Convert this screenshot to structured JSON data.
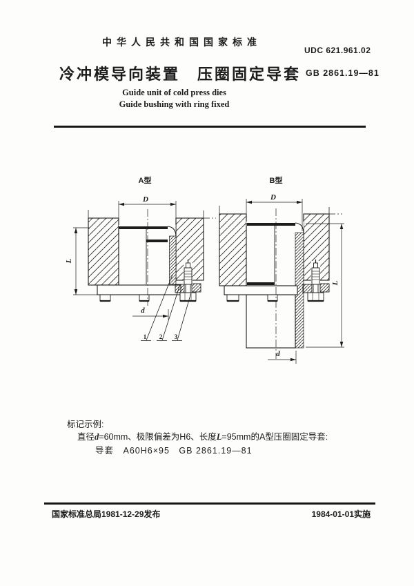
{
  "header": {
    "national_standard": "中华人民共和国国家标准",
    "udc": "UDC 621.961.02",
    "title_cn": "冷冲模导向装置　压圈固定导套",
    "standard_no": "GB 2861.19—81",
    "title_en_1": "Guide unit of cold press dies",
    "title_en_2": "Guide bushing with ring fixed"
  },
  "figures": {
    "type_a": {
      "label": "A型",
      "dim_D": "D",
      "dim_L": "L",
      "dim_d": "d",
      "parts": [
        "1",
        "2",
        "3"
      ]
    },
    "type_b": {
      "label": "B型",
      "dim_D": "D",
      "dim_L": "L",
      "dim_d": "d"
    }
  },
  "marking_example": {
    "heading": "标记示例:",
    "line_parts": [
      "直径",
      "d",
      "=60mm、极限偏差为H6、长度",
      "L",
      "=95mm的A型压圈固定导套:"
    ],
    "designation": "导套　A60H6×95　GB 2861.19—81"
  },
  "footer": {
    "issued": "国家标准总局1981-12-29发布",
    "implemented": "1984-01-01实施"
  },
  "colors": {
    "ink": "#1c1c1c",
    "paper": "#fdfdfb"
  }
}
